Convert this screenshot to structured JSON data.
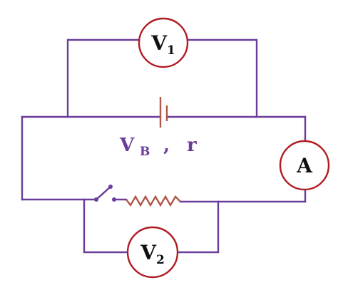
{
  "colors": {
    "wire": "#6a3d9a",
    "meter_ring": "#b01c22",
    "component": "#b0584a",
    "meter_text": "#111111"
  },
  "meters": {
    "v1": {
      "main": "V",
      "sub": "1"
    },
    "v2": {
      "main": "V",
      "sub": "2"
    },
    "ammeter": {
      "main": "A"
    }
  },
  "battery_label": {
    "main": "V",
    "sub": "B",
    "separator": ",",
    "resistance": "r"
  },
  "components": {
    "battery": "battery-icon",
    "switch": "switch-icon",
    "resistor": "resistor-icon"
  }
}
